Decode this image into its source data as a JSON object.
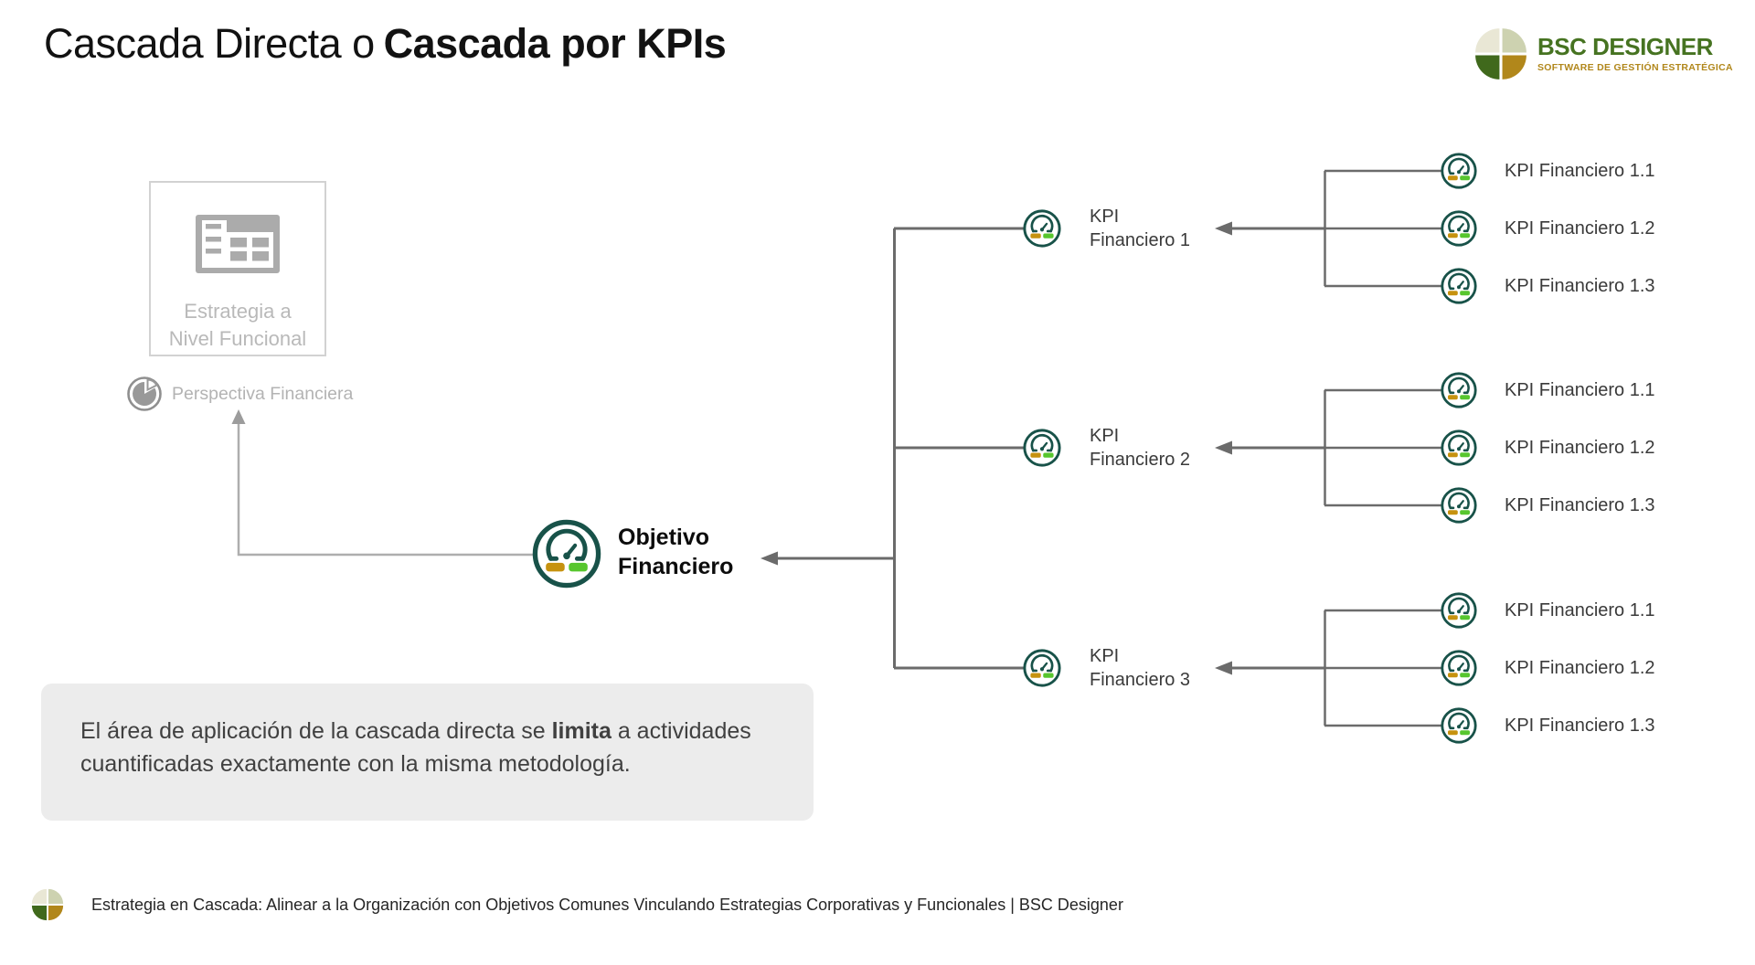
{
  "header": {
    "title_regular": "Cascada Directa o",
    "title_bold": "Cascada por KPIs",
    "logo": {
      "name": "BSC DESIGNER",
      "tagline": "SOFTWARE DE GESTIÓN ESTRATÉGICA"
    }
  },
  "functional_strategy_box": {
    "label_line1": "Estrategia a",
    "label_line2": "Nivel Funcional"
  },
  "perspective": {
    "label": "Perspectiva Financiera"
  },
  "objective": {
    "label_line1": "Objetivo",
    "label_line2": "Financiero"
  },
  "kpi_tree": {
    "groups": [
      {
        "node": {
          "label_line1": "KPI",
          "label_line2": "Financiero 1"
        },
        "leaves": [
          {
            "label": "KPI Financiero 1.1"
          },
          {
            "label": "KPI Financiero 1.2"
          },
          {
            "label": "KPI Financiero 1.3"
          }
        ]
      },
      {
        "node": {
          "label_line1": "KPI",
          "label_line2": "Financiero 2"
        },
        "leaves": [
          {
            "label": "KPI Financiero 1.1"
          },
          {
            "label": "KPI Financiero 1.2"
          },
          {
            "label": "KPI Financiero 1.3"
          }
        ]
      },
      {
        "node": {
          "label_line1": "KPI",
          "label_line2": "Financiero 3"
        },
        "leaves": [
          {
            "label": "KPI Financiero 1.1"
          },
          {
            "label": "KPI Financiero 1.2"
          },
          {
            "label": "KPI Financiero 1.3"
          }
        ]
      }
    ]
  },
  "note": {
    "line1_before": "El área de aplicación de la cascada directa se ",
    "line1_bold": "limita",
    "line1_after": " a actividades",
    "line2": "cuantificadas exactamente con la misma metodología."
  },
  "footer": {
    "text": "Estrategia en Cascada: Alinear a la Organización con Objetivos Comunes Vinculando Estrategias Corporativas y Funcionales | BSC Designer"
  },
  "colors": {
    "gauge_ring_teal": "#185249",
    "gauge_bar_gold": "#c6920f",
    "gauge_bar_green": "#57c62e",
    "tree_line_gray": "#6b6b6b",
    "light_connector_gray": "#aeaeae",
    "note_box_gray": "#ececec",
    "logo_green": "#467321",
    "logo_gold": "#b1871b",
    "muted_gray_text": "#b9b9b9"
  }
}
